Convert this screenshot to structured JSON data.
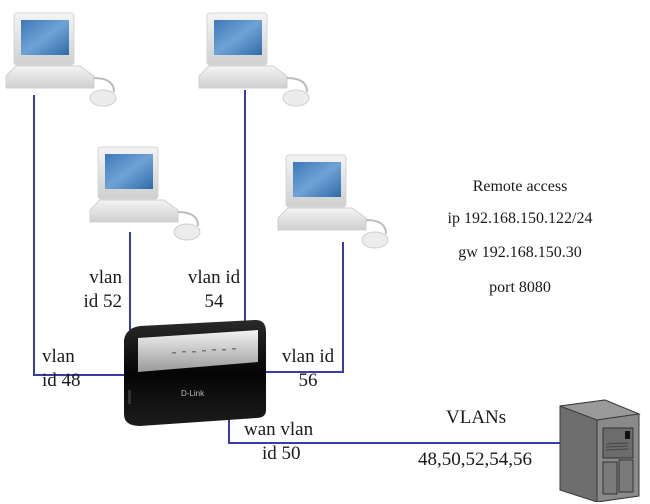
{
  "diagram": {
    "line_color": "#3a3aa8",
    "computers": [
      {
        "id": "pc-top-left",
        "vlan_label": [
          "vlan",
          "id 48"
        ]
      },
      {
        "id": "pc-mid-left",
        "vlan_label": [
          "vlan",
          "id 52"
        ]
      },
      {
        "id": "pc-top-center",
        "vlan_label": [
          "vlan id",
          "54"
        ]
      },
      {
        "id": "pc-mid-right",
        "vlan_label": [
          "vlan id",
          "56"
        ]
      }
    ],
    "router": {
      "brand": "D-Link"
    },
    "wan": {
      "label": [
        "wan vlan",
        "id 50"
      ]
    },
    "server_link": {
      "title": "VLANs",
      "values": "48,50,52,54,56"
    },
    "remote_access": {
      "title": "Remote access",
      "ip": "ip 192.168.150.122/24",
      "gw": "gw 192.168.150.30",
      "port": "port 8080"
    }
  }
}
